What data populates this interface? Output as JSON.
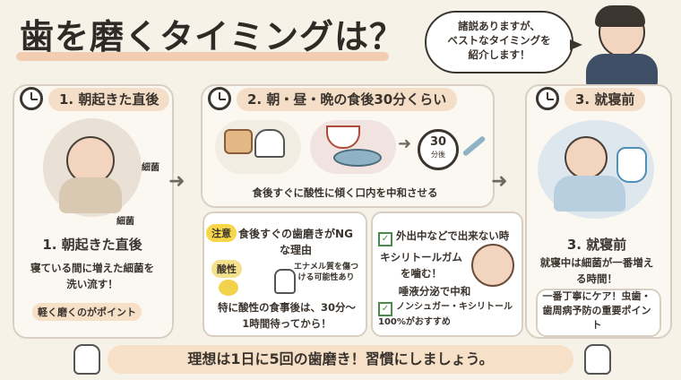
{
  "title": "歯を磨くタイミングは？",
  "bubble": [
    "諸説ありますが、",
    "ベストなタイミングを",
    "紹介します！"
  ],
  "panel1": {
    "header": "1. 朝起きた直後",
    "title": "1. 朝起きた直後",
    "text": "寝ている間に増えた細菌を洗い流す！",
    "tag": "軽く磨くのがポイント",
    "germ1": "細菌",
    "germ2": "細菌"
  },
  "panel2": {
    "header": "2. 朝・昼・晩の食後30分くらい",
    "timer": "30",
    "timer_unit": "分後",
    "caption": "食後すぐに酸性に傾く口内を中和させる",
    "caution": "注意",
    "box_title": "食後すぐの歯磨きがNGな理由",
    "acid": "酸性",
    "enamel": "エナメル質を傷つける可能性あり",
    "box_text": "特に酸性の食事後は、30分〜1時間待ってから！",
    "right_check1": "外出中などで出来ない時",
    "gum": "キシリトールガムを噛む！",
    "neutral": "唾液分泌で中和",
    "right_check2": "ノンシュガー・キシリトール100%がおすすめ"
  },
  "panel3": {
    "header": "3. 就寝前",
    "title": "3. 就寝前",
    "text": "就寝中は細菌が一番増える時間！",
    "text2": "一番丁寧にケア！虫歯・歯周病予防の重要ポイント"
  },
  "footer": "理想は1日に5回の歯磨き！習慣にしましょう。"
}
